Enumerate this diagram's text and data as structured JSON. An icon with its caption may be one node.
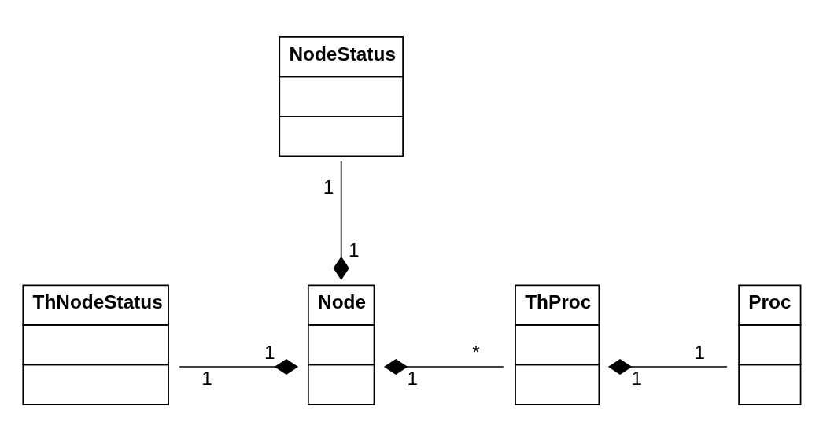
{
  "diagram": {
    "nodes": [
      {
        "text": [
          "NodeStatus"
        ]
      },
      {
        "text": [
          "ThNodeStatus"
        ]
      },
      {
        "text": [
          "Node"
        ]
      },
      {
        "text": [
          "ThProc"
        ]
      },
      {
        "text": [
          "Proc"
        ]
      }
    ],
    "edges": [
      {
        "from": 0,
        "to": 2,
        "arrow": "other"
      },
      {
        "from": 1,
        "to": 2,
        "arrow": "other"
      },
      {
        "from": 3,
        "to": 2,
        "arrow": "other"
      },
      {
        "from": 4,
        "to": 3,
        "arrow": "other"
      }
    ],
    "labels": [
      "1",
      "1",
      "1",
      "1",
      "1",
      "1",
      "1",
      "*"
    ]
  }
}
